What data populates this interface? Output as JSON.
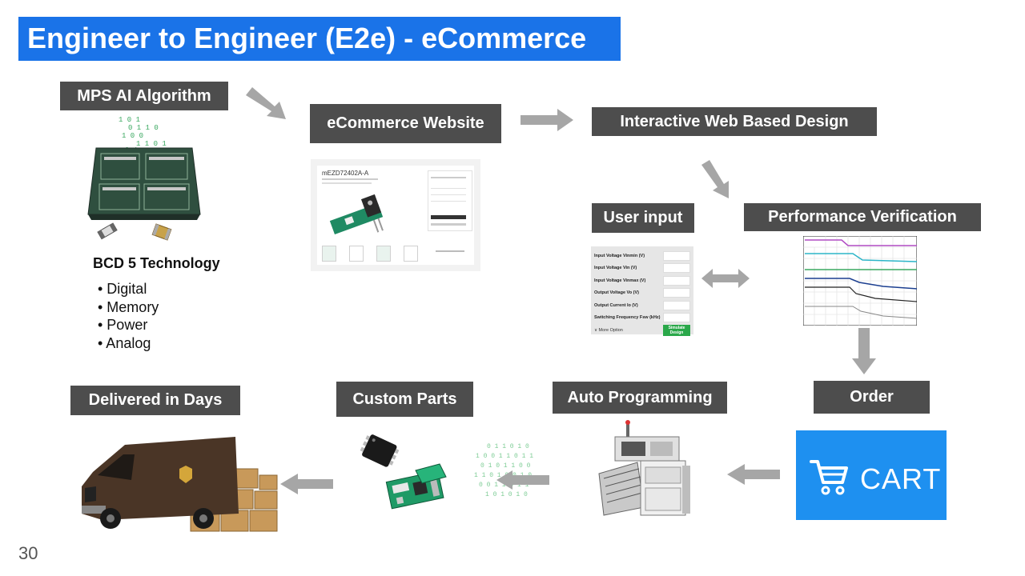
{
  "title": "Engineer to Engineer (E2e) - eCommerce",
  "page_number": "30",
  "labels": {
    "mps_ai": "MPS AI Algorithm",
    "ecommerce": "eCommerce Website",
    "interactive": "Interactive Web Based Design",
    "user_input": "User input",
    "performance": "Performance Verification",
    "order": "Order",
    "auto_programming": "Auto Programming",
    "custom_parts": "Custom Parts",
    "delivered": "Delivered in Days"
  },
  "bcd": {
    "heading": "BCD 5 Technology",
    "items": [
      "• Digital",
      "• Memory",
      "• Power",
      "• Analog"
    ]
  },
  "website_mock": {
    "part_number": "mEZD72402A-A"
  },
  "user_input_form": {
    "fields": [
      "Input Voltage Vinmin (V)",
      "Input Voltage Vin (V)",
      "Input Voltage Vinmax (V)",
      "Output Voltage Vo (V)",
      "Output Current Io (V)",
      "Switching Frequency Fsw (kHz)"
    ],
    "more_option": "∨ More Option",
    "simulate_line1": "Simulate",
    "simulate_line2": "Design"
  },
  "cart": {
    "text": "CART"
  },
  "colors": {
    "title_bg": "#1a73e8",
    "label_bg": "#4d4d4d",
    "arrow": "#a6a6a6",
    "cart_bg": "#1e90f0",
    "simulate": "#2aa84a"
  }
}
